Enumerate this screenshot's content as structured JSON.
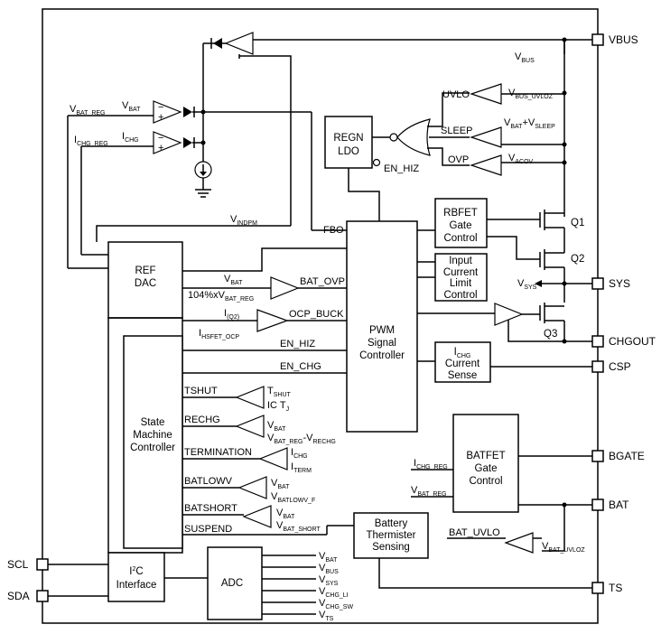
{
  "pins": {
    "vbus": "VBUS",
    "sys": "SYS",
    "chgout": "CHGOUT",
    "csp": "CSP",
    "bgate": "BGATE",
    "bat": "BAT",
    "ts": "TS",
    "scl": "SCL",
    "sda": "SDA"
  },
  "blocks": {
    "regn": [
      "REGN",
      "LDO"
    ],
    "ref": [
      "REF",
      "DAC"
    ],
    "state": [
      "State",
      "Machine",
      "Controller"
    ],
    "i2c_main": "I",
    "i2c_sup": "2",
    "i2c_rest": "C",
    "i2c_line2": "Interface",
    "adc": "ADC",
    "pwm": [
      "PWM",
      "Signal",
      "Controller"
    ],
    "rbfet": [
      "RBFET",
      "Gate",
      "Control"
    ],
    "icl": [
      "Input",
      "Current",
      "Limit",
      "Control"
    ],
    "ichg_main": "I",
    "ichg_sub": "CHG",
    "ichg_rest": [
      "Current",
      "Sense"
    ],
    "batfet": [
      "BATFET",
      "Gate",
      "Control"
    ],
    "therm": [
      "Battery",
      "Thermister",
      "Sensing"
    ]
  },
  "transistors": {
    "q1": "Q1",
    "q2": "Q2",
    "q3": "Q3"
  },
  "signals": {
    "vbus_lbl": {
      "main": "V",
      "sub": "BUS"
    },
    "uvlo": "UVLO",
    "sleep": "SLEEP",
    "ovp": "OVP",
    "vbus_uvloz": {
      "main": "V",
      "sub": "BUS_UVLOZ"
    },
    "vbat_vsleep": {
      "a": "V",
      "a_sub": "BAT",
      "plus": "+V",
      "b_sub": "SLEEP"
    },
    "vacov": {
      "main": "V",
      "sub": "ACOV"
    },
    "en_hiz_regn": "EN_HIZ",
    "vbat_reg_left": {
      "main": "V",
      "sub": "BAT_REG"
    },
    "ichg_reg_left": {
      "main": "I",
      "sub": "CHG_REG"
    },
    "vbat_amp": {
      "main": "V",
      "sub": "BAT"
    },
    "ichg_amp": {
      "main": "I",
      "sub": "CHG"
    },
    "vindpm": {
      "main": "V",
      "sub": "INDPM"
    },
    "fbo": "FBO",
    "vbat_ovp_in": {
      "main": "V",
      "sub": "BAT"
    },
    "pct104": {
      "pre": "104%xV",
      "sub": "BAT_REG"
    },
    "bat_ovp": "BAT_OVP",
    "iq2": {
      "main": "I",
      "sub": "(Q2)"
    },
    "ihsfet": {
      "main": "I",
      "sub": "HSFET_OCP"
    },
    "ocp_buck": "OCP_BUCK",
    "en_hiz": "EN_HIZ",
    "en_chg": "EN_CHG",
    "tshut": "TSHUT",
    "tshut_in": {
      "main": "T",
      "sub": "SHUT"
    },
    "ic_tj": {
      "pre": "IC T",
      "sub": "J"
    },
    "rechg": "RECHG",
    "rechg_vbat": {
      "main": "V",
      "sub": "BAT"
    },
    "rechg_ref": {
      "a": "V",
      "a_sub": "BAT_REG",
      "mid": "-V",
      "b_sub": "RECHG"
    },
    "termination": "TERMINATION",
    "term_ichg": {
      "main": "I",
      "sub": "CHG"
    },
    "term_iterm": {
      "main": "I",
      "sub": "TERM"
    },
    "batlowv": "BATLOWV",
    "batlowv_vbat": {
      "main": "V",
      "sub": "BAT"
    },
    "batlowv_ref": {
      "main": "V",
      "sub": "BATLOWV_F"
    },
    "batshort": "BATSHORT",
    "batshort_vbat": {
      "main": "V",
      "sub": "BAT"
    },
    "batshort_ref": {
      "main": "V",
      "sub": "BAT_SHORT"
    },
    "suspend": "SUSPEND",
    "vsys": {
      "main": "V",
      "sub": "SYS"
    },
    "batfet_ichg": {
      "main": "I",
      "sub": "CHG_REG"
    },
    "batfet_vbat": {
      "main": "V",
      "sub": "BAT_REG"
    },
    "bat_uvlo": "BAT_UVLO",
    "vbat_uvloz": {
      "main": "V",
      "sub": "BAT_UVLOZ"
    }
  },
  "adc_inputs": [
    {
      "main": "V",
      "sub": "BAT"
    },
    {
      "main": "V",
      "sub": "BUS"
    },
    {
      "main": "V",
      "sub": "SYS"
    },
    {
      "main": "V",
      "sub": "CHG_LI"
    },
    {
      "main": "V",
      "sub": "CHG_SW"
    },
    {
      "main": "V",
      "sub": "TS"
    }
  ]
}
